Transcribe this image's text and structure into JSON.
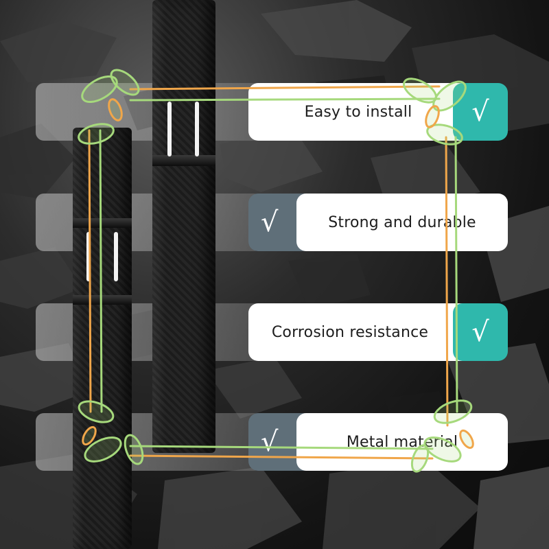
{
  "colors": {
    "teal": "#2fb8ac",
    "slate": "#5f6f79",
    "card": "#ffffff",
    "leaf_stroke": "#a6d97c",
    "orange_stroke": "#f0a64a"
  },
  "check_symbol": "√",
  "features": [
    {
      "label": "Easy to install",
      "check_color": "teal",
      "check_side": "right"
    },
    {
      "label": "Strong and durable",
      "check_color": "slate",
      "check_side": "left"
    },
    {
      "label": "Corrosion resistance",
      "check_color": "teal",
      "check_side": "right"
    },
    {
      "label": "Metal material",
      "check_color": "slate",
      "check_side": "left"
    }
  ],
  "decorations": {
    "background": "dark-rock-texture",
    "product": "carbon-fiber-poles",
    "frame": "leaf-corner-frame"
  }
}
